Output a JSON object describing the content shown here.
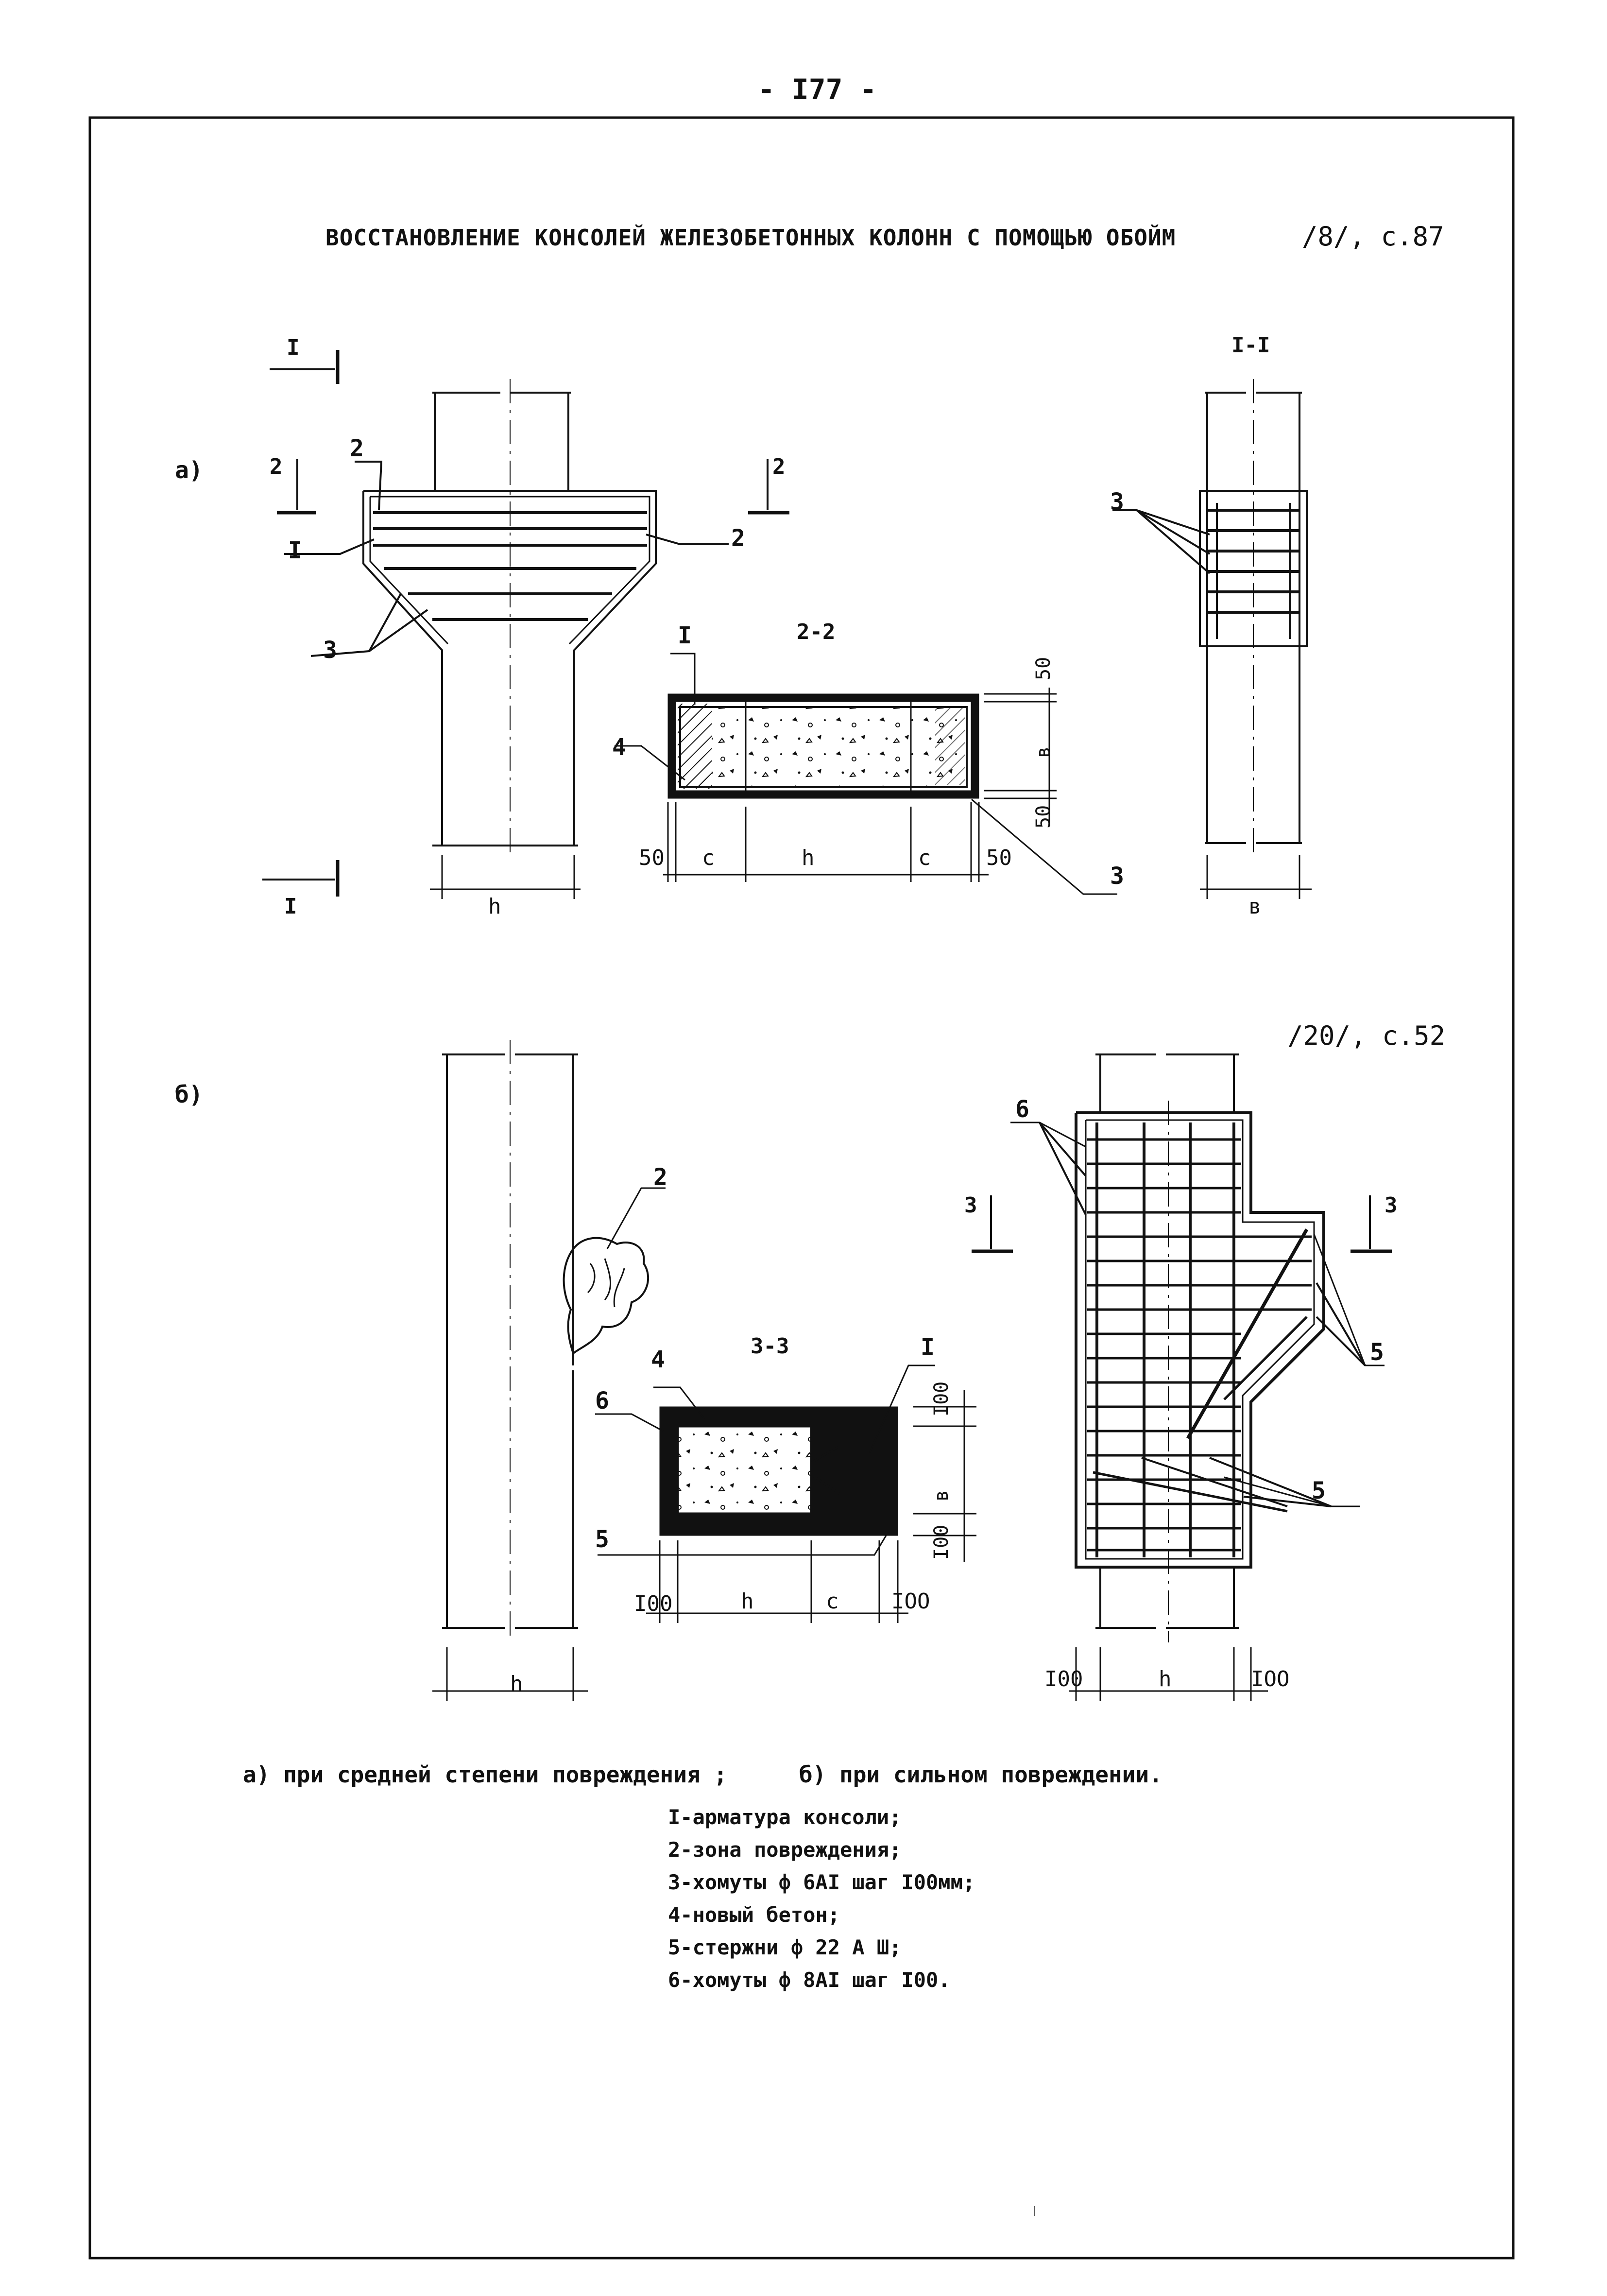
{
  "page": {
    "number": "- I77 -"
  },
  "title": "ВОССТАНОВЛЕНИЕ КОНСОЛЕЙ ЖЕЛЕЗОБЕТОННЫХ КОЛОНН С ПОМОЩЬЮ ОБОЙМ",
  "refs": {
    "top": "/8/, с.87",
    "bottom": "/20/, с.52"
  },
  "variants": {
    "a": "а)",
    "b": "б)"
  },
  "sections": {
    "I_marker": "I",
    "I_I": "I-I",
    "s2_2": "2-2",
    "s3_3": "3-3",
    "cut2": "2",
    "cut3": "3"
  },
  "callouts": {
    "n1": "I",
    "n2": "2",
    "n3": "3",
    "n4": "4",
    "n5": "5",
    "n6": "6"
  },
  "dims": {
    "h": "h",
    "c": "c",
    "b": "в",
    "d50": "50",
    "d100": "I00",
    "dIOO": "IOO"
  },
  "captions": {
    "a": "а) при средней степени повреждения ;",
    "b": "б) при сильном повреждении."
  },
  "legend": [
    "I-арматура консоли;",
    "2-зона повреждения;",
    "3-хомуты ф 6АI шаг I00мм;",
    "4-новый бетон;",
    "5-стержни ф 22 А Ш;",
    "6-хомуты ф 8АI шаг I00."
  ]
}
